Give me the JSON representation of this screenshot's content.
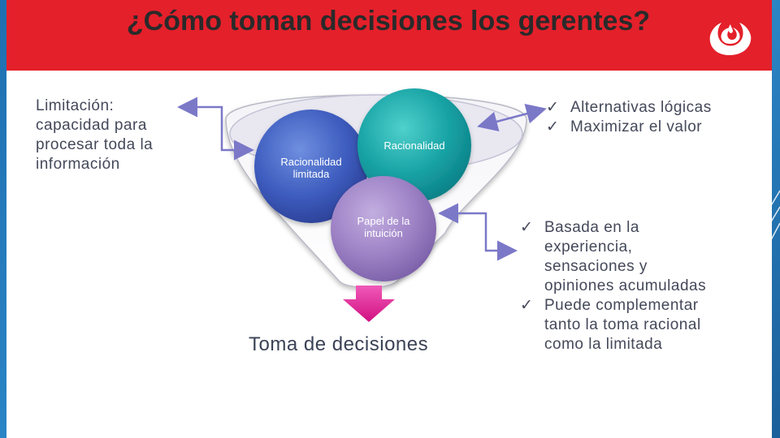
{
  "slide": {
    "title": "¿Cómo toman decisiones los gerentes?"
  },
  "diagram": {
    "nodes": {
      "racionalidad": "Racionalidad",
      "racionalidad_limitada_line1": "Racionalidad",
      "racionalidad_limitada_line2": "limitada",
      "intuicion_line1": "Papel de la",
      "intuicion_line2": "intuición"
    },
    "left_note": {
      "line1": "Limitación:",
      "line2": "capacidad para",
      "line3": "procesar toda la",
      "line4": "información"
    },
    "racional_list": [
      "Alternativas lógicas",
      "Maximizar el valor"
    ],
    "intuicion_list": [
      {
        "line1": "Basada en la",
        "line2": "experiencia,",
        "line3": "sensaciones y",
        "line4": "opiniones acumuladas"
      },
      {
        "line1": "Puede complementar",
        "line2": "tanto la toma racional",
        "line3": "como la limitada"
      }
    ],
    "result": "Toma de decisiones",
    "check_glyph": "✓"
  },
  "colors": {
    "header": "#e4202a",
    "arrow": "#7b78c8",
    "result_arrow": "#e0168c",
    "node_teal": "#1aa6a6",
    "node_blue": "#3b57b8",
    "node_purple": "#9a7cc0"
  }
}
